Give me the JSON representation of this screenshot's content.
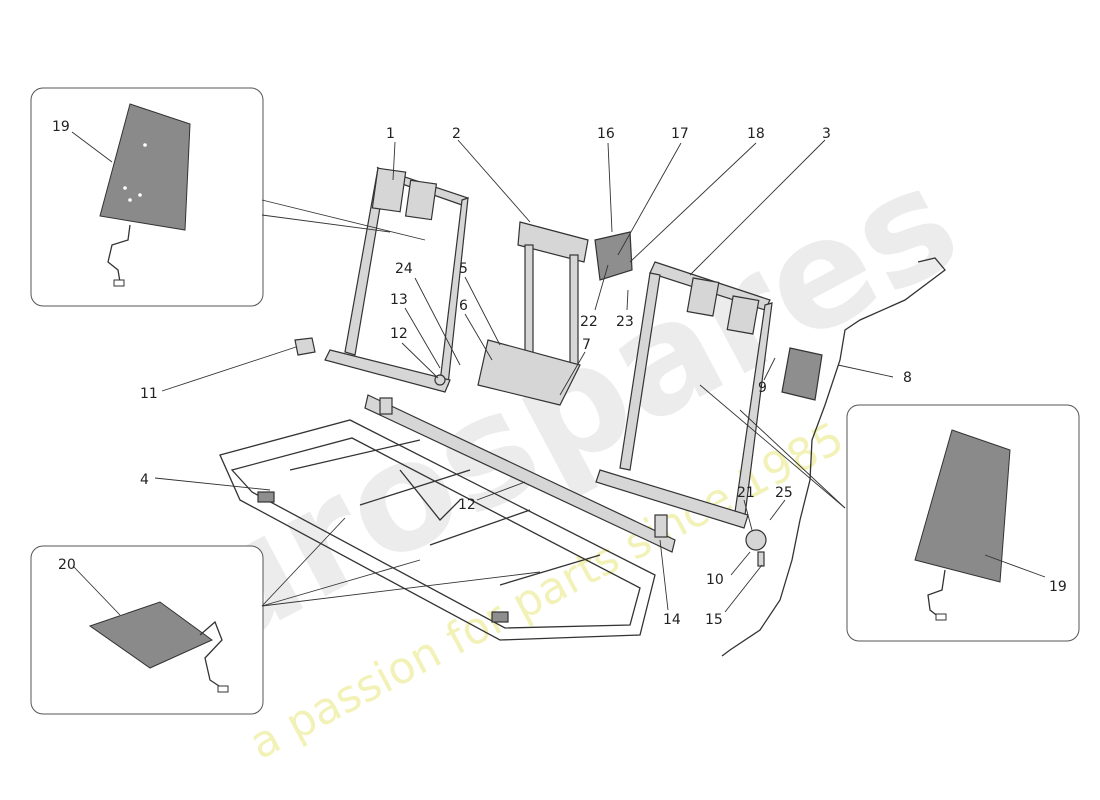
{
  "watermark": {
    "brand": "eurospares",
    "tagline": "a passion for parts since 1985",
    "brand_color": "#e9e9e9",
    "tagline_color": "#f2f2b8"
  },
  "callouts": [
    "1",
    "2",
    "3",
    "4",
    "5",
    "6",
    "7",
    "8",
    "9",
    "10",
    "11",
    "12",
    "12",
    "13",
    "14",
    "15",
    "16",
    "17",
    "18",
    "19",
    "19",
    "20",
    "21",
    "22",
    "23",
    "24",
    "25"
  ],
  "colors": {
    "line": "#333333",
    "part_fill": "#d6d6d6",
    "part_dark": "#8e8e8e",
    "panel_fill": "#8a8a8a"
  }
}
